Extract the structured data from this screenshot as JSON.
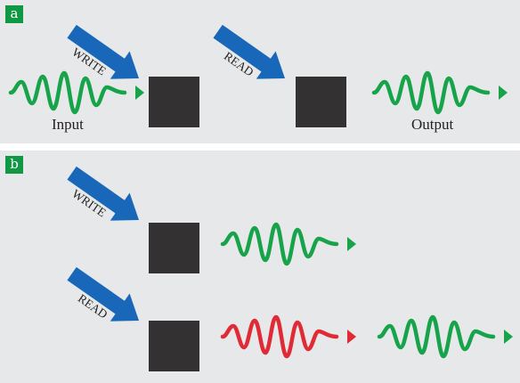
{
  "colors": {
    "panel_bg": "#e7e8ea",
    "label_bg": "#119844",
    "wave_green": "#16a34a",
    "wave_red": "#e02a35",
    "arrow_blue": "#1867b9",
    "box": "#333132"
  },
  "panel_a": {
    "label": "a",
    "write_arrow": "WRITE",
    "read_arrow": "READ",
    "input_caption": "Input",
    "output_caption": "Output"
  },
  "panel_b": {
    "label": "b",
    "write_arrow": "WRITE",
    "read_arrow": "READ"
  },
  "icons": [
    "blue-arrow",
    "green-wave",
    "red-wave",
    "black-square"
  ]
}
